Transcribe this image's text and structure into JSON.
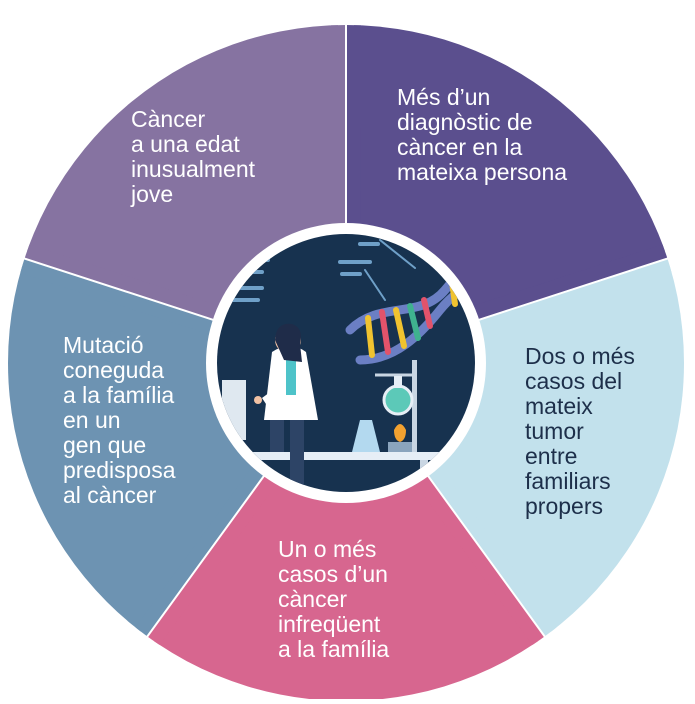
{
  "segments": [
    {
      "id": "s1",
      "text": "Càncer\na una edat\ninusualment\njove",
      "color": "#8673a1",
      "text_color": "light"
    },
    {
      "id": "s2",
      "text": "Més d’un\ndiagnòstic de\ncàncer en la\nmateixa persona",
      "color": "#5b4f8e",
      "text_color": "light"
    },
    {
      "id": "s3",
      "text": "Dos o més\ncasos del\nmateix\ntumor\nentre\nfamiliars\npropers",
      "color": "#c2e1ec",
      "text_color": "dark"
    },
    {
      "id": "s4",
      "text": "Un o més\ncasos d’un\ncàncer\ninfreqüent\na la família",
      "color": "#d7668f",
      "text_color": "light"
    },
    {
      "id": "s5",
      "text": "Mutació\nconeguda\na la família\nen un\ngen que\npredisposa\nal càncer",
      "color": "#6d93b2",
      "text_color": "light"
    }
  ],
  "center_image": {
    "description_icons": [
      "scientist-figure",
      "dna-helix-icon",
      "lab-flask-icon",
      "microscope-monitor-icon"
    ],
    "bg_color": "#17324f",
    "ring_color": "#ffffff"
  }
}
